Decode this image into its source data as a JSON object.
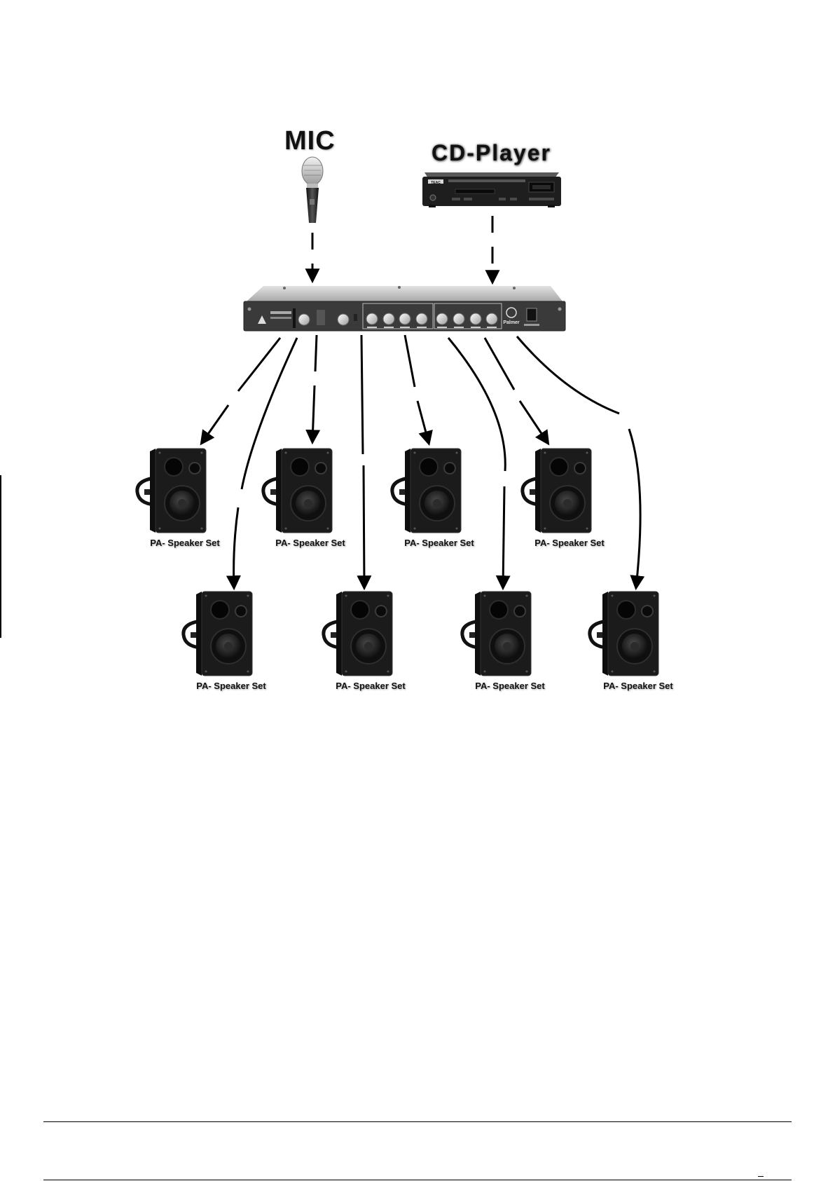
{
  "labels": {
    "mic": "MIC",
    "cd_player": "CD-Player",
    "speaker": "PA- Speaker Set"
  },
  "devices": {
    "amplifier_brand": "Palmer",
    "cd_brand": "TEAC"
  },
  "speakers_top": [
    "PA- Speaker Set",
    "PA- Speaker Set",
    "PA- Speaker Set",
    "PA- Speaker Set"
  ],
  "speakers_bottom": [
    "PA- Speaker Set",
    "PA- Speaker Set",
    "PA- Speaker Set",
    "PA- Speaker Set"
  ],
  "colors": {
    "line": "#000000",
    "speaker_body": "#1b1b1b",
    "amp_face": "#3a3a3a",
    "amp_top": "#c9c9c9"
  }
}
